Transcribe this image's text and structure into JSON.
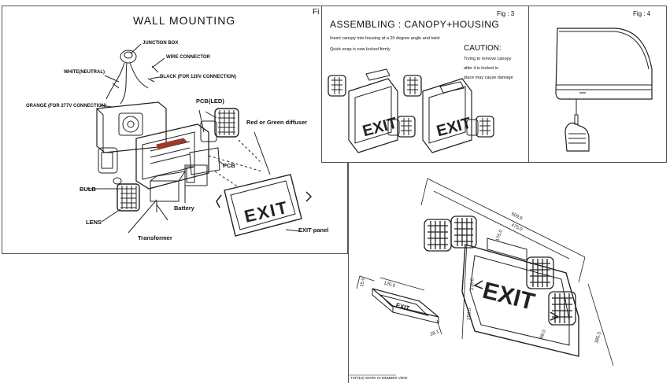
{
  "fig1": {
    "title": "WALL MOUNTING",
    "fig_label": "Fi",
    "labels": {
      "junction_box": "JUNCTION BOX",
      "wire_connector": "WIRE CONNECTOR",
      "white_neutral": "WHITE(NEUTRAL)",
      "black_120v": "BLACK (FOR 120V CONNECTION)",
      "orange_277v": "ORANGE (FOR 277V CONNECTION)",
      "pcb_led": "PCB(LED)",
      "diffuser": "Red or Green diffuser",
      "pcb": "PCB",
      "bulb": "BULB",
      "lens": "LENS",
      "battery": "Battery",
      "transformer": "Transformer",
      "exit_panel": "EXIT panel"
    },
    "exit_sign": "EXIT"
  },
  "fig3": {
    "fig_label": "Fig : 3",
    "title": "ASSEMBLING : CANOPY+HOUSING",
    "instructions": [
      "Insert canopy into housing at a 20 degree angle and twist",
      "Quick snap is now locked firmly"
    ],
    "caution_title": "CAUTION:",
    "caution_lines": [
      "Trying to remove canopy",
      "after it is locked in",
      "place may cause damage"
    ],
    "exit_sign": "EXIT"
  },
  "fig4": {
    "fig_label": "Fig : 4"
  },
  "dimensions": {
    "exit_sign": "EXIT",
    "canopy_sign": "EXIT",
    "footer": "TOP(E3) WORK IN MEMBER VIEW",
    "dim_labels": [
      "609.6",
      "475.0",
      "210.0",
      "175.0",
      "250.0",
      "385.5",
      "68.0",
      "120.0",
      "15.0",
      "28.1"
    ]
  }
}
